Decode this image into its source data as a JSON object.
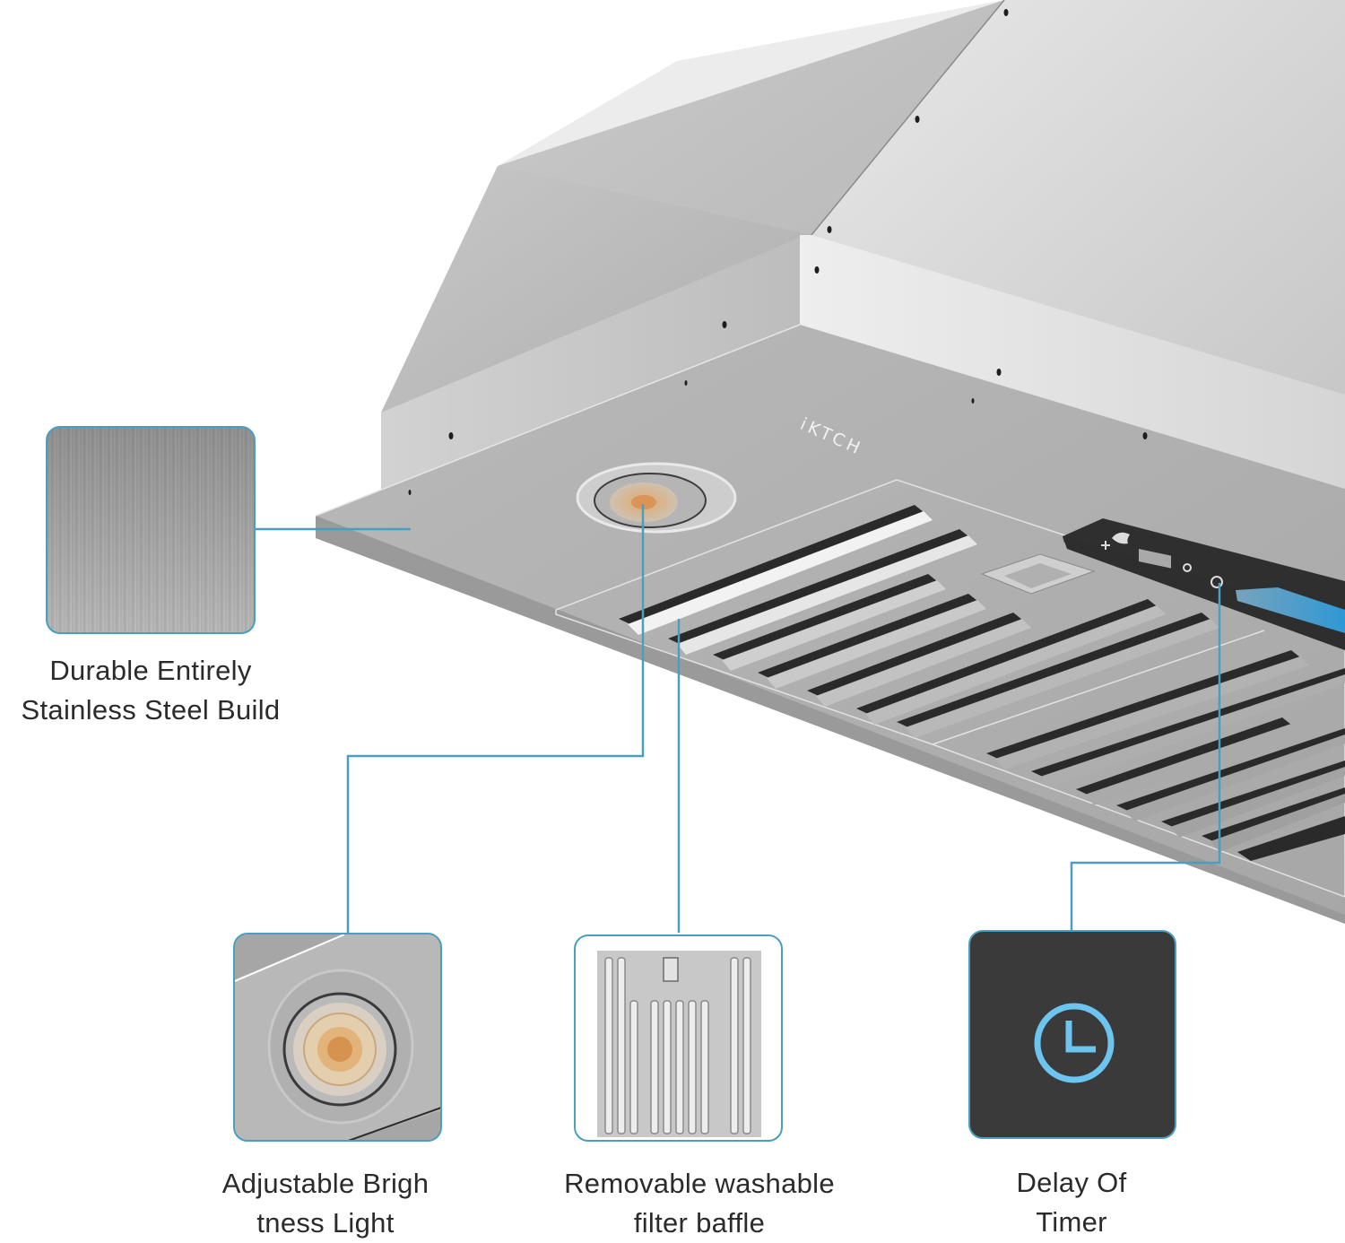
{
  "product": {
    "brand": "iKTCH",
    "description": "Stainless steel insert range hood with LED light, baffle filters and touch control panel"
  },
  "colors": {
    "accent_line": "#4a9fbf",
    "timer_icon": "#6cc4ef",
    "timer_bg": "#3a3a3a",
    "caption_text": "#2b2b2b",
    "steel_light": "#dcdcdc",
    "steel_mid": "#b4b4b4",
    "steel_dark": "#8e8e8e"
  },
  "control_panel": {
    "icons": [
      "fan-icon",
      "display-window",
      "light-icon",
      "timer-icon"
    ],
    "speed_bar_color": "#2fa4e7"
  },
  "features": [
    {
      "id": "stainless-steel",
      "line1": "Durable Entirely",
      "line2": "Stainless Steel Build",
      "icon": "brushed-steel-swatch"
    },
    {
      "id": "light",
      "line1": "Adjustable Brigh",
      "line2": "tness Light",
      "icon": "led-light"
    },
    {
      "id": "filter",
      "line1": "Removable washable",
      "line2": "filter baffle",
      "icon": "baffle-filter"
    },
    {
      "id": "timer",
      "line1": "Delay Of",
      "line2": "Timer",
      "icon": "clock-icon"
    }
  ]
}
